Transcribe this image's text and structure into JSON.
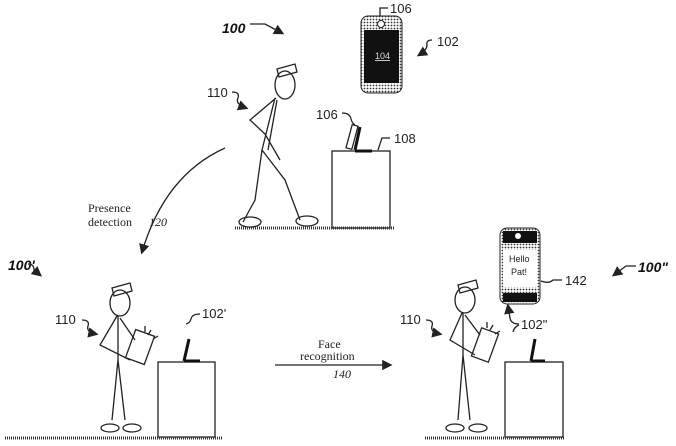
{
  "figure": {
    "scene_top": {
      "ref": "100",
      "labels": {
        "phone": "102",
        "camera_phone": "106",
        "screen": "104",
        "person": "110",
        "camera_laptop": "106",
        "laptop": "108"
      }
    },
    "transition_presence": {
      "line1": "Presence",
      "line2": "detection",
      "ref": "120"
    },
    "scene_left": {
      "ref": "100'",
      "person": "110",
      "device": "102'"
    },
    "transition_face": {
      "line1": "Face",
      "line2": "recognition",
      "ref": "140"
    },
    "scene_right": {
      "ref": "100\"",
      "person": "110",
      "device": "102\"",
      "screen_ref": "142",
      "greeting_line1": "Hello",
      "greeting_line2": "Pat!"
    }
  }
}
